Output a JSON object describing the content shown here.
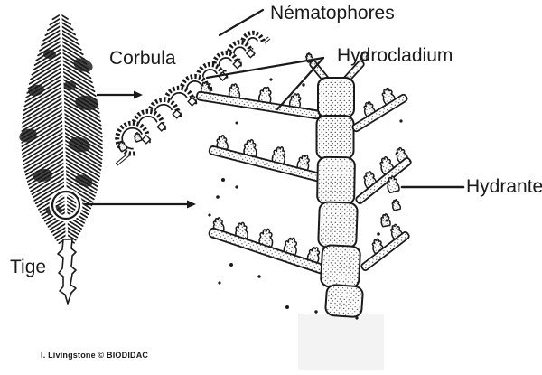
{
  "diagram": {
    "labels": {
      "nematophores": "Nématophores",
      "corbula": "Corbula",
      "hydrocladium": "Hydrocladium",
      "hydrante": "Hydrante",
      "tige": "Tige"
    },
    "credit": "I. Livingstone © BIODIDAC",
    "colors": {
      "ink": "#1a1a1a",
      "background": "#ffffff",
      "shade": "#f3f3f3"
    }
  }
}
